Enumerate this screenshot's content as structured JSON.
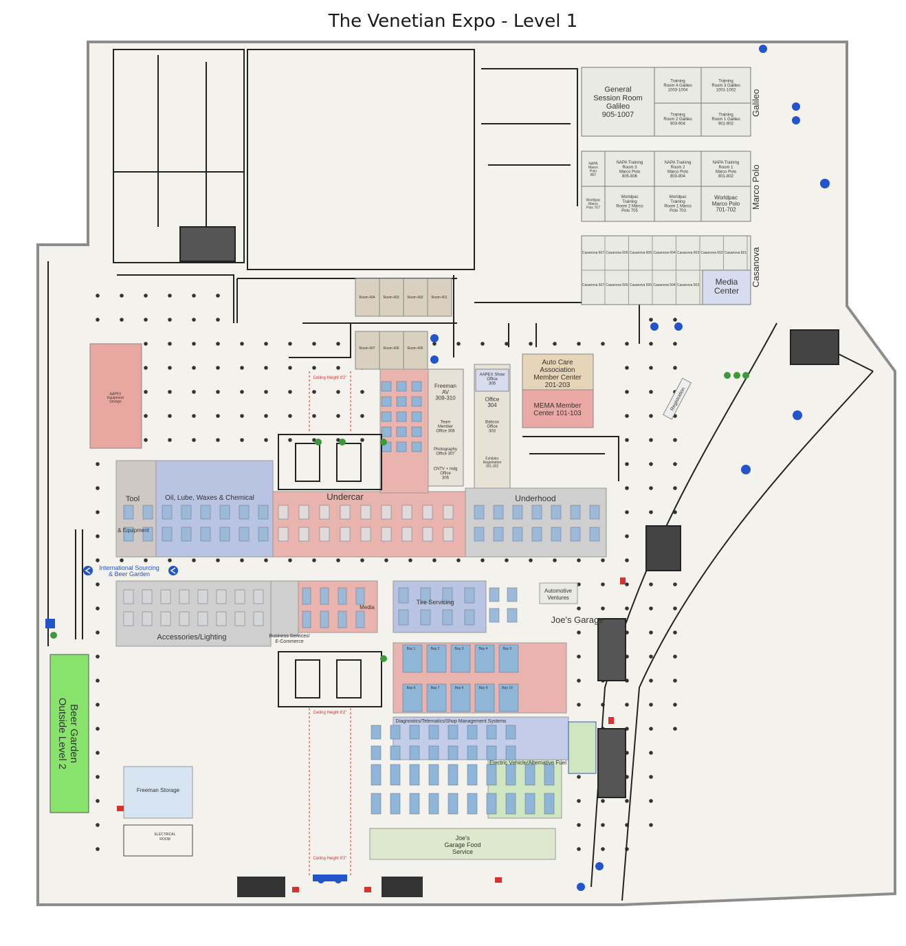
{
  "title": "The Venetian Expo - Level 1",
  "colors": {
    "floor": "#f4f2ec",
    "outline": "#8c8c8c",
    "wall": "#222222",
    "meeting": "#e9ebe3",
    "tan_room": "#d9d0bf",
    "red_zone": "#e8a7a0",
    "blue_zone": "#a9b8e2",
    "gray_zone": "#c9c9c9",
    "green_zone": "#cfe6c0",
    "beer_garden": "#88e36c",
    "storage_blue": "#d6e4f2",
    "media": "#d8dcef",
    "booth_blue": "#8fb5d7",
    "accent_blue": "#2255cc",
    "accent_red": "#d93030"
  },
  "meeting_rooms": [
    {
      "id": "galileo-general",
      "lines": [
        "General",
        "Session Room",
        "Galileo",
        "905-1007"
      ]
    },
    {
      "id": "training-4",
      "lines": [
        "Training",
        "Room 4 Galileo",
        "1003-1004"
      ]
    },
    {
      "id": "training-3",
      "lines": [
        "Training",
        "Room 3 Galileo",
        "1001-1002"
      ]
    },
    {
      "id": "training-2",
      "lines": [
        "Training",
        "Room 2 Galileo",
        "903-904"
      ]
    },
    {
      "id": "training-1",
      "lines": [
        "Training",
        "Room 1 Galileo",
        "901-902"
      ]
    },
    {
      "id": "napa-807",
      "lines": [
        "NAPA",
        "Marco",
        "Polo",
        "807"
      ]
    },
    {
      "id": "napa-3",
      "lines": [
        "NAPA Training",
        "Room 3",
        "Marco Polo",
        "805-806"
      ]
    },
    {
      "id": "napa-2",
      "lines": [
        "NAPA Training",
        "Room 2",
        "Marco Polo",
        "803-804"
      ]
    },
    {
      "id": "napa-1",
      "lines": [
        "NAPA Training",
        "Room 1",
        "Marco Polo",
        "801-802"
      ]
    },
    {
      "id": "wp-707",
      "lines": [
        "Worldpac",
        "Marco",
        "Polo 707"
      ]
    },
    {
      "id": "wp-705",
      "lines": [
        "Worldpac",
        "Training",
        "Room 2 Marco",
        "Polo 705"
      ]
    },
    {
      "id": "wp-703",
      "lines": [
        "Worldpac",
        "Training",
        "Room 1 Marco",
        "Polo 703"
      ]
    },
    {
      "id": "wp-701",
      "lines": [
        "Worldpac",
        "Marco Polo",
        "701-702"
      ]
    }
  ],
  "casanova_top": [
    "Casanova 607",
    "Casanova 606",
    "Casanova 605",
    "Casanova 604",
    "Casanova 603",
    "Casanova 602",
    "Casanova 601"
  ],
  "casanova_bottom": [
    "Casanova 507",
    "Casanova 506",
    "Casanova 505",
    "Casanova 504",
    "Casanova 503"
  ],
  "vertical_labels": {
    "galileo": "Galileo",
    "marco_polo": "Marco Polo",
    "casanova": "Casanova"
  },
  "media_center": [
    "Media",
    "Center"
  ],
  "tan_rooms": [
    "Room 404",
    "Room 403",
    "Room 402",
    "Room 401",
    "Room 407",
    "Room 406",
    "Room 405"
  ],
  "offices": [
    {
      "lines": [
        "Freeman",
        "AV",
        "309-310"
      ]
    },
    {
      "lines": [
        "Team",
        "Member",
        "Office 308"
      ]
    },
    {
      "lines": [
        "Photography",
        "Office 307"
      ]
    },
    {
      "lines": [
        "CNTV + mdg",
        "Office",
        "306"
      ]
    },
    {
      "lines": [
        "AAPEX Show",
        "Office",
        "305"
      ]
    },
    {
      "lines": [
        "Office",
        "304"
      ]
    },
    {
      "lines": [
        "Babcox",
        "Office",
        "303"
      ]
    },
    {
      "lines": [
        "Exhibitor",
        "Registration",
        "301-302"
      ]
    }
  ],
  "auto_care": [
    "Auto Care",
    "Association",
    "Member Center",
    "201-203"
  ],
  "mema": [
    "MEMA Member",
    "Center 101-103"
  ],
  "aapex_storage": [
    "AAPEX",
    "Equipment",
    "Storage"
  ],
  "zone_labels": {
    "tool": "Tool",
    "equipment": "& Equipment",
    "oil": "Oil, Lube, Waxes & Chemical",
    "undercar": "Undercar",
    "underhood": "Underhood",
    "accessories": "Accessories/Lighting",
    "business": [
      "Business Services/",
      "E-Commerce"
    ],
    "media": "Media",
    "tire": "Tire Servicing",
    "automotive_ventures": [
      "Automotive",
      "Ventures"
    ],
    "joes_garage": "Joe's Garage",
    "diagnostics": "Diagnostics/Telematics/Shop Management Systems",
    "ev": "Electric Vehicle/Alternative Fuel",
    "food": [
      "Joe's",
      "Garage Food",
      "Service"
    ],
    "freeman_storage": "Freeman Storage",
    "electrical": [
      "ELECTRICAL",
      "ROOM"
    ]
  },
  "bays": [
    "Bay 1",
    "Bay 2",
    "Bay 3",
    "Bay 4",
    "Bay 5",
    "Bay 6",
    "Bay 7",
    "Bay 8",
    "Bay 9",
    "Bay 10"
  ],
  "beer_garden": [
    "Beer Garden",
    "Outside Level 2"
  ],
  "international": [
    "International Sourcing",
    "& Beer Garden"
  ],
  "registration": "Registration",
  "ceiling": [
    "Ceiling Height 8'2\"",
    "Ceiling Height 8'2\"",
    "Ceiling Height 8'2\""
  ]
}
